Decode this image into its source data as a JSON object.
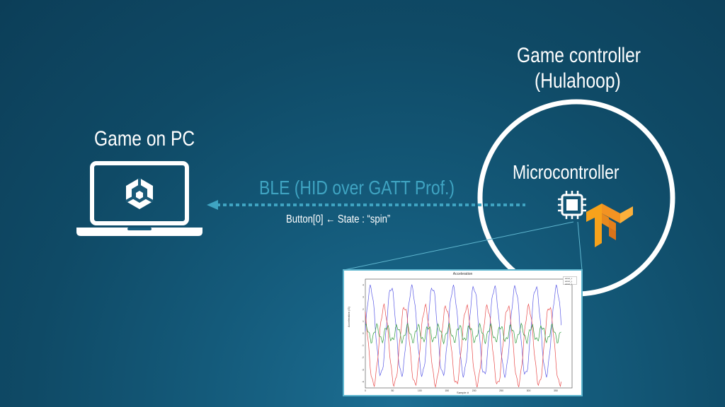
{
  "pc": {
    "title": "Game on PC",
    "logo_icon": "unity-logo-icon",
    "device_icon": "laptop-icon"
  },
  "controller": {
    "title_line1": "Game controller",
    "title_line2": "(Hulahoop)"
  },
  "micro": {
    "title": "Microcontroller",
    "chip_icon": "chip-icon",
    "tf_icon": "tensorflow-logo-icon"
  },
  "link": {
    "protocol": "BLE (HID over GATT Prof.)",
    "mapping": "Button[0]  ←  State : “spin”"
  },
  "colors": {
    "accent": "#3fa4c2",
    "tf_orange": "#f39322",
    "ring": "#ffffff"
  },
  "chart_data": {
    "type": "line",
    "title": "Acceleration",
    "xlabel": "Sample #",
    "ylabel": "Acceleration (G)",
    "x_ticks": [
      "0",
      "50",
      "100",
      "150",
      "200",
      "250",
      "300",
      "350"
    ],
    "y_ticks": [
      "4",
      "3",
      "2",
      "1",
      "0",
      "-1",
      "-2",
      "-3",
      "-4"
    ],
    "xlim": [
      0,
      380
    ],
    "ylim": [
      -4.5,
      4.5
    ],
    "legend": [
      "accel_x",
      "accel_y",
      "accel_z"
    ],
    "series": [
      {
        "name": "accel_x",
        "color": "#5a5ae6",
        "period": 38,
        "amp": 3.6,
        "offset": 0.2,
        "phase": 0.0
      },
      {
        "name": "accel_y",
        "color": "#e84a4a",
        "period": 38,
        "amp": 3.2,
        "offset": -1.0,
        "phase": 2.2
      },
      {
        "name": "accel_z",
        "color": "#2e9a3b",
        "period": 19,
        "amp": 0.6,
        "offset": 0.0,
        "phase": 1.0
      }
    ]
  }
}
